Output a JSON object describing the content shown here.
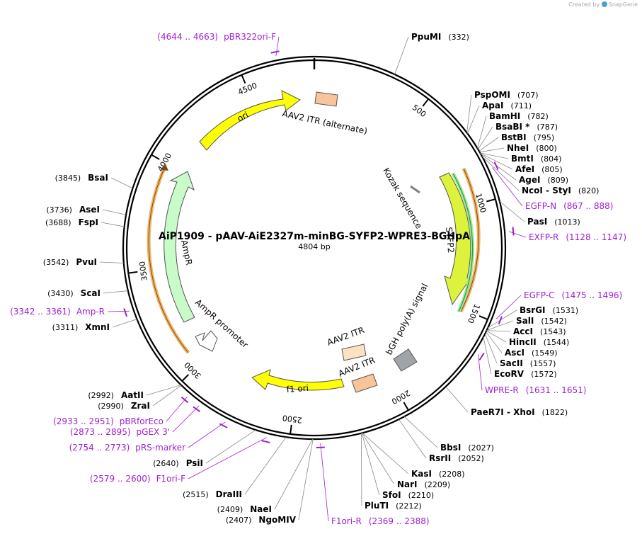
{
  "brand": {
    "prefix": "Created by",
    "name": "SnapGene"
  },
  "plasmid": {
    "name": "AiP1909 - pAAV-AiE2327m-minBG-SYFP2-WPRE3-BGHpA",
    "length_label": "4804 bp",
    "length": 4804
  },
  "ticks": [
    {
      "label": "500",
      "pos": 500
    },
    {
      "label": "1000",
      "pos": 1000
    },
    {
      "label": "1500",
      "pos": 1500
    },
    {
      "label": "2000",
      "pos": 2000
    },
    {
      "label": "2500",
      "pos": 2500
    },
    {
      "label": "3000",
      "pos": 3000
    },
    {
      "label": "3500",
      "pos": 3500
    },
    {
      "label": "4000",
      "pos": 4000
    },
    {
      "label": "4500",
      "pos": 4500
    }
  ],
  "enzymes": [
    {
      "name": "PpuMI",
      "pos": "(332)",
      "bp": 332
    },
    {
      "name": "PspOMI",
      "pos": "(707)",
      "bp": 707
    },
    {
      "name": "ApaI",
      "pos": "(711)",
      "bp": 711
    },
    {
      "name": "BamHI",
      "pos": "(782)",
      "bp": 782
    },
    {
      "name": "BsaBI *",
      "pos": "(787)",
      "bp": 787
    },
    {
      "name": "BstBI",
      "pos": "(795)",
      "bp": 795
    },
    {
      "name": "NheI",
      "pos": "(800)",
      "bp": 800
    },
    {
      "name": "BmtI",
      "pos": "(804)",
      "bp": 804
    },
    {
      "name": "AfeI",
      "pos": "(805)",
      "bp": 805
    },
    {
      "name": "AgeI",
      "pos": "(809)",
      "bp": 809
    },
    {
      "name": "NcoI",
      "name2": "StyI",
      "pos": "(820)",
      "bp": 820
    },
    {
      "name": "PasI",
      "pos": "(1013)",
      "bp": 1013
    },
    {
      "name": "BsrGI",
      "pos": "(1531)",
      "bp": 1531
    },
    {
      "name": "SalI",
      "pos": "(1542)",
      "bp": 1542
    },
    {
      "name": "AccI",
      "pos": "(1543)",
      "bp": 1543
    },
    {
      "name": "HincII",
      "pos": "(1544)",
      "bp": 1544
    },
    {
      "name": "AscI",
      "pos": "(1549)",
      "bp": 1549
    },
    {
      "name": "SacII",
      "pos": "(1557)",
      "bp": 1557
    },
    {
      "name": "EcoRV",
      "pos": "(1572)",
      "bp": 1572
    },
    {
      "name": "PaeR7I",
      "name2": "XhoI",
      "pos": "(1822)",
      "bp": 1822
    },
    {
      "name": "BbsI",
      "pos": "(2027)",
      "bp": 2027
    },
    {
      "name": "RsrII",
      "pos": "(2052)",
      "bp": 2052
    },
    {
      "name": "KasI",
      "pos": "(2208)",
      "bp": 2208
    },
    {
      "name": "NarI",
      "pos": "(2209)",
      "bp": 2209
    },
    {
      "name": "SfoI",
      "pos": "(2210)",
      "bp": 2210
    },
    {
      "name": "PluTI",
      "pos": "(2212)",
      "bp": 2212
    },
    {
      "name": "NgoMIV",
      "pos": "(2407)",
      "bp": 2407
    },
    {
      "name": "NaeI",
      "pos": "(2409)",
      "bp": 2409
    },
    {
      "name": "DraIII",
      "pos": "(2515)",
      "bp": 2515
    },
    {
      "name": "PsiI",
      "pos": "(2640)",
      "bp": 2640
    },
    {
      "name": "ZraI",
      "pos": "(2990)",
      "bp": 2990
    },
    {
      "name": "AatII",
      "pos": "(2992)",
      "bp": 2992
    },
    {
      "name": "XmnI",
      "pos": "(3311)",
      "bp": 3311
    },
    {
      "name": "ScaI",
      "pos": "(3430)",
      "bp": 3430
    },
    {
      "name": "PvuI",
      "pos": "(3542)",
      "bp": 3542
    },
    {
      "name": "FspI",
      "pos": "(3688)",
      "bp": 3688
    },
    {
      "name": "AseI",
      "pos": "(3736)",
      "bp": 3736
    },
    {
      "name": "BsaI",
      "pos": "(3845)",
      "bp": 3845
    }
  ],
  "primers": [
    {
      "name": "pBR322ori-F",
      "range": "(4644 .. 4663)",
      "bp": 4653
    },
    {
      "name": "EGFP-N",
      "range": "(867 .. 888)",
      "bp": 877
    },
    {
      "name": "EXFP-R",
      "range": "(1128 .. 1147)",
      "bp": 1137
    },
    {
      "name": "EGFP-C",
      "range": "(1475 .. 1496)",
      "bp": 1485
    },
    {
      "name": "WPRE-R",
      "range": "(1631 .. 1651)",
      "bp": 1641
    },
    {
      "name": "F1ori-R",
      "range": "(2369 .. 2388)",
      "bp": 2378
    },
    {
      "name": "F1ori-F",
      "range": "(2579 .. 2600)",
      "bp": 2590
    },
    {
      "name": "pRS-marker",
      "range": "(2754 .. 2773)",
      "bp": 2763
    },
    {
      "name": "pGEX 3'",
      "range": "(2873 .. 2895)",
      "bp": 2884
    },
    {
      "name": "pBRforEco",
      "range": "(2933 .. 2951)",
      "bp": 2942
    },
    {
      "name": "Amp-R",
      "range": "(3342 .. 3361)",
      "bp": 3351
    }
  ],
  "features": [
    {
      "label": "ori",
      "type": "arrow",
      "color": "#ffff00"
    },
    {
      "label": "AAV2 ITR (alternate)",
      "type": "box",
      "color": "#f8c49a"
    },
    {
      "label": "Kozak sequence",
      "type": "tick",
      "color": "#808080"
    },
    {
      "label": "SYFP2",
      "type": "arrow",
      "color": "#ddf23a"
    },
    {
      "label": "bGH poly(A) signal",
      "type": "box",
      "color": "#9fa4a8"
    },
    {
      "label": "AAV2 ITR",
      "type": "box",
      "color": "#fde1c4"
    },
    {
      "label": "AAV2 ITR",
      "type": "box",
      "color": "#f8c49a"
    },
    {
      "label": "f1 ori",
      "type": "arrow",
      "color": "#ffff00"
    },
    {
      "label": "AmpR promoter",
      "type": "arrow",
      "color": "#ffffff"
    },
    {
      "label": "AmpR",
      "type": "arrow",
      "color": "#c8fbc8"
    }
  ],
  "colors": {
    "primer": "#9f1fd1",
    "orf_orange": "#f3b35f",
    "orf_green": "#2ca02c",
    "backbone": "#000000"
  }
}
